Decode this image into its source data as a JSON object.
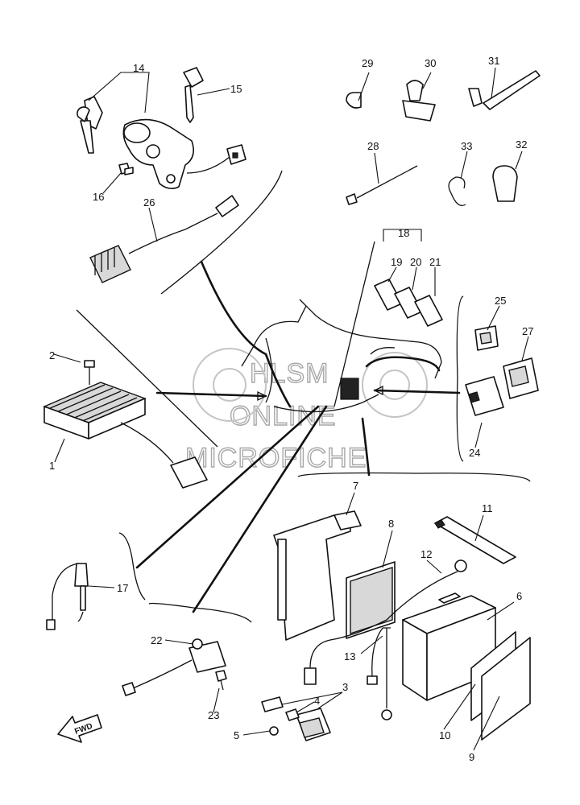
{
  "diagram": {
    "callouts": [
      "1",
      "2",
      "3",
      "4",
      "5",
      "6",
      "7",
      "8",
      "9",
      "10",
      "11",
      "12",
      "13",
      "14",
      "15",
      "16",
      "17",
      "18",
      "19",
      "20",
      "21",
      "22",
      "23",
      "24",
      "25",
      "26",
      "27",
      "28",
      "29",
      "30",
      "31",
      "32",
      "33"
    ],
    "watermark": [
      "HLSM",
      "ONLINE",
      "MICROFICHE"
    ],
    "fwd_label": "FWD"
  }
}
